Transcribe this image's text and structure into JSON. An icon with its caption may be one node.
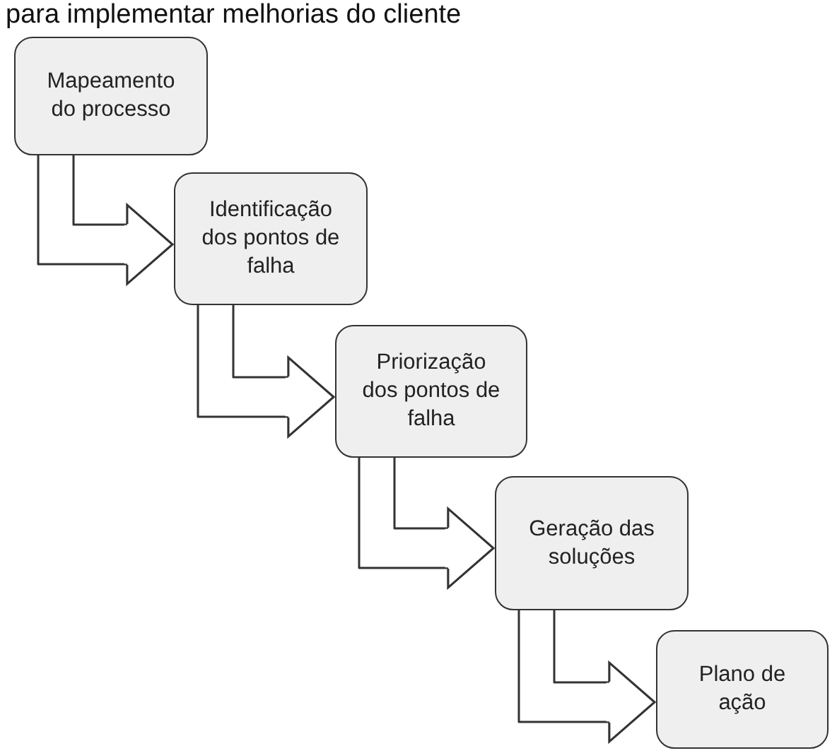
{
  "diagram": {
    "title": "para implementar melhorias do cliente",
    "nodes": [
      {
        "text": [
          "Mapeamento do processo"
        ]
      },
      {
        "text": [
          "Identificação dos pontos de falha"
        ]
      },
      {
        "text": [
          "Priorização dos pontos de falha"
        ]
      },
      {
        "text": [
          "Geração das soluções"
        ]
      },
      {
        "text": [
          "Plano de ação"
        ]
      }
    ],
    "edges": [
      {
        "from": 0,
        "to": 1,
        "arrow": "to"
      },
      {
        "from": 1,
        "to": 2,
        "arrow": "to"
      },
      {
        "from": 2,
        "to": 3,
        "arrow": "to"
      },
      {
        "from": 3,
        "to": 4,
        "arrow": "to"
      }
    ]
  }
}
